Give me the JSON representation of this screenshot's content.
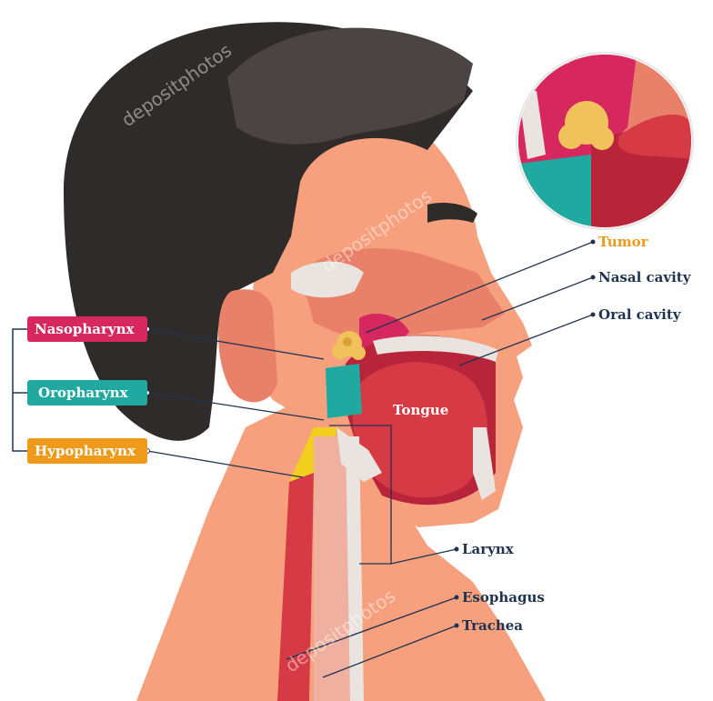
{
  "labels": {
    "tumor": "Tumor",
    "nasal_cavity": "Nasal cavity",
    "oral_cavity": "Oral cavity",
    "tongue": "Tongue",
    "larynx": "Larynx",
    "esophagus": "Esophagus",
    "trachea": "Trachea",
    "nasopharynx": "Nasopharynx",
    "oropharynx": "Oropharynx",
    "hypopharynx": "Hypopharynx"
  },
  "watermark": "depositphotos",
  "colors": {
    "skin": "#f7a07e",
    "skin_dark": "#e8806a",
    "hair": "#2f2b2a",
    "hair_shadow": "#4a4443",
    "tissue_red": "#d63a44",
    "tissue_deep": "#b8243a",
    "bone": "#e9e4df",
    "nasopharynx": "#d6275f",
    "oropharynx": "#1fa9a0",
    "hypopharynx": "#ef9a1a",
    "hypopharynx_region": "#f2cf1f",
    "tumor": "#f1c25b",
    "label_navy": "#1f3350",
    "tumor_label": "#ef9a1a"
  }
}
